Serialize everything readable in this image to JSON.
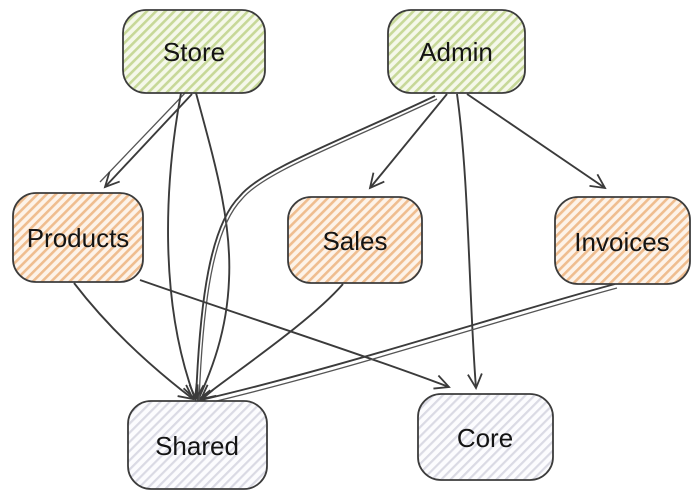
{
  "diagram": {
    "type": "dependency-graph",
    "background_color": "#ffffff",
    "edge_color": "#3b3b3b",
    "nodes": [
      {
        "id": "store",
        "label": "Store",
        "group": "app",
        "fill": "#f5f8ea",
        "stripe": "#c7d898",
        "border": "#3c3c3c"
      },
      {
        "id": "admin",
        "label": "Admin",
        "group": "app",
        "fill": "#f5f8ea",
        "stripe": "#c7d898",
        "border": "#3c3c3c"
      },
      {
        "id": "products",
        "label": "Products",
        "group": "feature",
        "fill": "#fdf3e9",
        "stripe": "#efbd8f",
        "border": "#3c3c3c"
      },
      {
        "id": "sales",
        "label": "Sales",
        "group": "feature",
        "fill": "#fdf3e9",
        "stripe": "#efbd8f",
        "border": "#3c3c3c"
      },
      {
        "id": "invoices",
        "label": "Invoices",
        "group": "feature",
        "fill": "#fdf3e9",
        "stripe": "#efbd8f",
        "border": "#3c3c3c"
      },
      {
        "id": "shared",
        "label": "Shared",
        "group": "library",
        "fill": "#fcfcfe",
        "stripe": "#dadae4",
        "border": "#3c3c3c"
      },
      {
        "id": "core",
        "label": "Core",
        "group": "library",
        "fill": "#fcfcfe",
        "stripe": "#dadae4",
        "border": "#3c3c3c"
      }
    ],
    "edges": [
      {
        "from": "Store",
        "to": "Products"
      },
      {
        "from": "Store",
        "to": "Shared"
      },
      {
        "from": "Admin",
        "to": "Sales"
      },
      {
        "from": "Admin",
        "to": "Invoices"
      },
      {
        "from": "Admin",
        "to": "Core"
      },
      {
        "from": "Admin",
        "to": "Shared"
      },
      {
        "from": "Products",
        "to": "Shared"
      },
      {
        "from": "Products",
        "to": "Core"
      },
      {
        "from": "Sales",
        "to": "Shared"
      },
      {
        "from": "Invoices",
        "to": "Shared"
      }
    ]
  }
}
